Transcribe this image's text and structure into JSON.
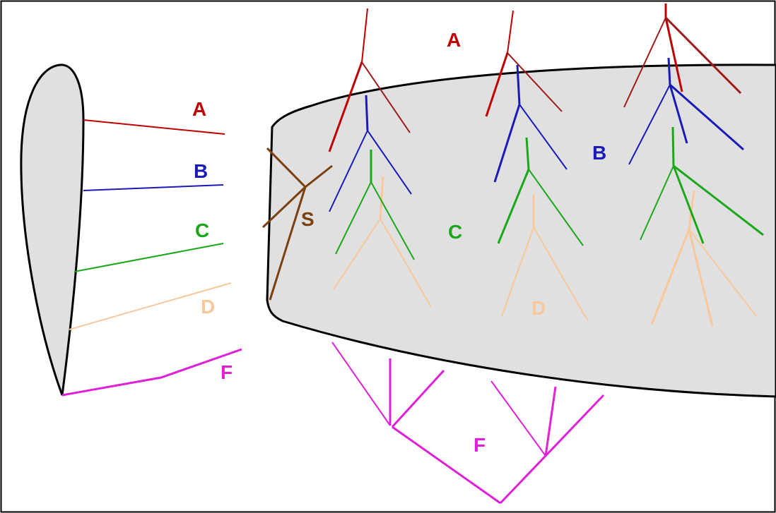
{
  "colors": {
    "A": "#c00000",
    "A_dark": "#a01818",
    "B": "#1a1ab8",
    "C": "#1aa81a",
    "D": "#f8c89a",
    "F": "#e020d8",
    "S": "#7a4010",
    "shape_fill": "#e0e0e0",
    "outline": "#000000"
  },
  "labels": {
    "A": "A",
    "B": "B",
    "C": "C",
    "D": "D",
    "F": "F",
    "S": "S"
  }
}
